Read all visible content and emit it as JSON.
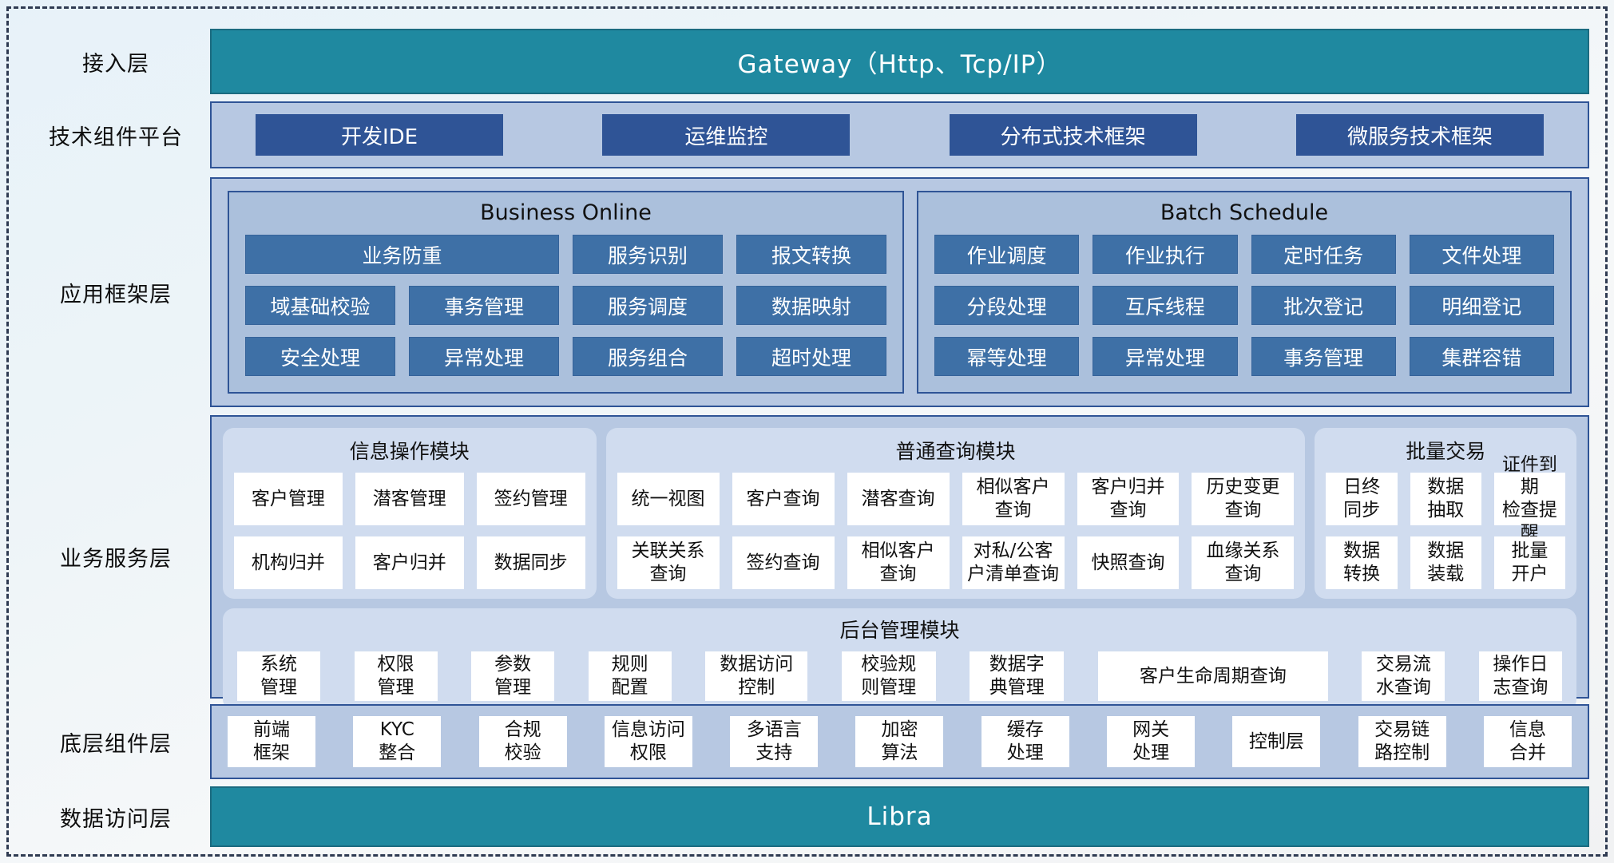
{
  "colors": {
    "teal": "#1f89a0",
    "dark_blue": "#2f5496",
    "band_blue": "#b7c8e2",
    "panel_blue": "#abc0dc",
    "module_blue": "#d0dcef",
    "framework_button_blue": "#3e70a6",
    "button_white": "#ffffff"
  },
  "access": {
    "label": "接入层",
    "gateway": "Gateway（Http、Tcp/IP）"
  },
  "tech": {
    "label": "技术组件平台",
    "items": [
      "开发IDE",
      "运维监控",
      "分布式技术框架",
      "微服务技术框架"
    ]
  },
  "framework": {
    "label": "应用框架层",
    "business_online": {
      "title": "Business Online",
      "cells": [
        "业务防重",
        "服务识别",
        "报文转换",
        "域基础校验",
        "事务管理",
        "服务调度",
        "数据映射",
        "安全处理",
        "异常处理",
        "服务组合",
        "超时处理"
      ]
    },
    "batch_schedule": {
      "title": "Batch Schedule",
      "cells": [
        "作业调度",
        "作业执行",
        "定时任务",
        "文件处理",
        "分段处理",
        "互斥线程",
        "批次登记",
        "明细登记",
        "幂等处理",
        "异常处理",
        "事务管理",
        "集群容错"
      ]
    }
  },
  "business": {
    "label": "业务服务层",
    "info_module": {
      "title": "信息操作模块",
      "cells": [
        "客户管理",
        "潜客管理",
        "签约管理",
        "机构归并",
        "客户归并",
        "数据同步"
      ]
    },
    "query_module": {
      "title": "普通查询模块",
      "cells": [
        "统一视图",
        "客户查询",
        "潜客查询",
        "相似客户\n查询",
        "客户归并\n查询",
        "历史变更\n查询",
        "关联关系\n查询",
        "签约查询",
        "相似客户\n查询",
        "对私/公客\n户清单查询",
        "快照查询",
        "血缘关系\n查询"
      ]
    },
    "batch_module": {
      "title": "批量交易",
      "cells": [
        "日终\n同步",
        "数据\n抽取",
        "证件到期\n检查提醒",
        "数据\n转换",
        "数据\n装载",
        "批量\n开户"
      ]
    },
    "admin_module": {
      "title": "后台管理模块",
      "cells": [
        "系统\n管理",
        "权限\n管理",
        "参数\n管理",
        "规则\n配置",
        "数据访问\n控制",
        "校验规\n则管理",
        "数据字\n典管理",
        "客户生命周期查询",
        "交易流\n水查询",
        "操作日\n志查询"
      ]
    }
  },
  "components": {
    "label": "底层组件层",
    "cells": [
      "前端\n框架",
      "KYC\n整合",
      "合规\n校验",
      "信息访问\n权限",
      "多语言\n支持",
      "加密\n算法",
      "缓存\n处理",
      "网关\n处理",
      "控制层",
      "交易链\n路控制",
      "信息\n合并"
    ]
  },
  "data_access": {
    "label": "数据访问层",
    "bar": "Libra"
  }
}
